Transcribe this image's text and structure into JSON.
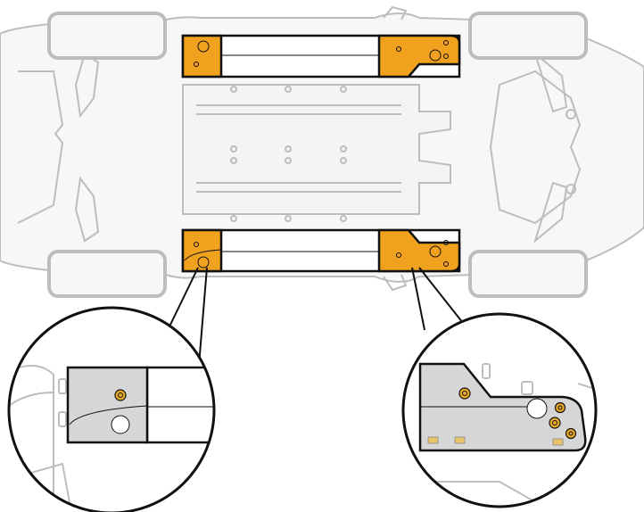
{
  "figure": {
    "kind": "vehicle-underbody-jacking-points",
    "view": "bottom",
    "highlighted_points_count": 4,
    "detail_callouts_count": 2
  },
  "colors": {
    "background": "#ffffff",
    "car_outline": "#bdbdbd",
    "car_fill": "#f7f7f7",
    "highlight": "#f0a21e",
    "detail_fill": "#d6d6d6",
    "stroke": "#111111",
    "bolt": "#e7a928"
  },
  "icons": [
    "car-underbody-outline",
    "jacking-point-highlight",
    "bolt-icon",
    "magnifier-circle"
  ]
}
